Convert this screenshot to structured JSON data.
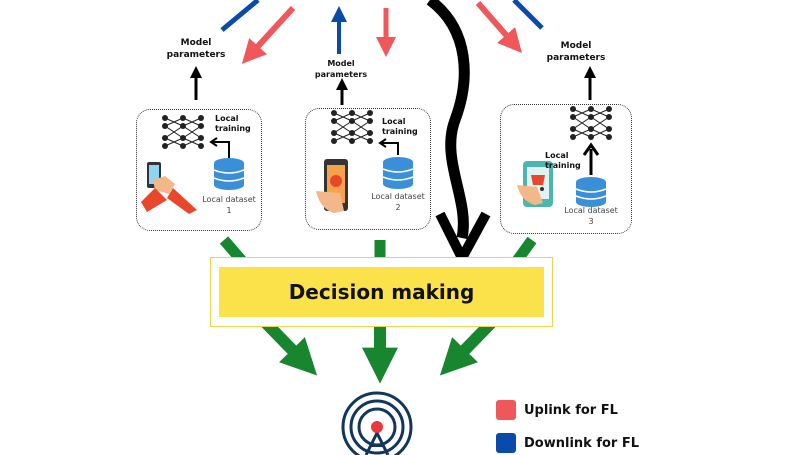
{
  "top_labels": {
    "left": "Model parameters",
    "center": "Model parameters",
    "right": "Model parameters"
  },
  "nodes": [
    {
      "training_label": "Local training",
      "dataset_label": "Local dataset 1"
    },
    {
      "training_label": "Local training",
      "dataset_label": "Local dataset 2"
    },
    {
      "training_label": "Local training",
      "dataset_label": "Local dataset 3"
    }
  ],
  "decision": {
    "label": "Decision making"
  },
  "legend": [
    {
      "label": "Uplink for FL",
      "color": "#f0575a"
    },
    {
      "label": "Downlink for FL",
      "color": "#0a4aa8"
    }
  ],
  "colors": {
    "uplink": "#f0575a",
    "downlink": "#0a4aa8",
    "flow": "#17862f",
    "decision_fill": "#fbe24a",
    "tower": "#12365e"
  }
}
